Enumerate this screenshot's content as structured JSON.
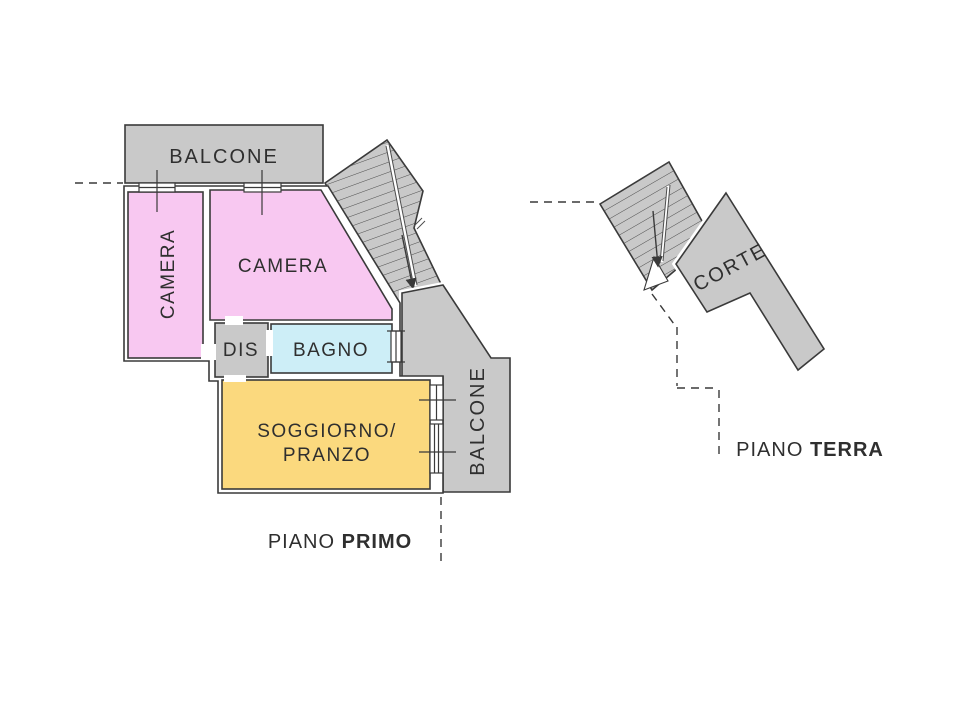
{
  "colors": {
    "area_gray": "#c9c9c9",
    "room_pink": "#f8c8f1",
    "room_cyan": "#cdeef7",
    "room_yellow": "#fbd97e",
    "outline": "#3a3a3a",
    "text": "#2f2f2f"
  },
  "piano_primo": {
    "title_prefix": "PIANO ",
    "title_emph": "PRIMO",
    "rooms": {
      "balcone_top": "BALCONE",
      "camera_left": "CAMERA",
      "camera_right": "CAMERA",
      "dis": "DIS",
      "bagno": "BAGNO",
      "soggiorno_line1": "SOGGIORNO/",
      "soggiorno_line2": "PRANZO",
      "balcone_right": "BALCONE"
    }
  },
  "piano_terra": {
    "title_prefix": "PIANO ",
    "title_emph": "TERRA",
    "rooms": {
      "corte": "CORTE"
    }
  }
}
